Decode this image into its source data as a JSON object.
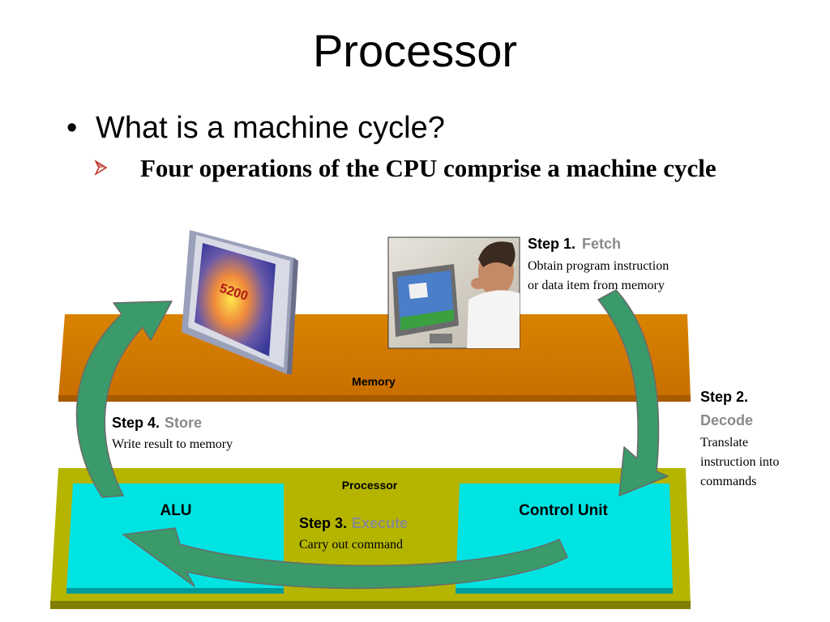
{
  "title": "Processor",
  "bullet": {
    "marker": "•",
    "text": "What is a machine cycle?"
  },
  "sub_bullet": {
    "text": "Four operations of the CPU comprise a machine cycle"
  },
  "diagram": {
    "memory_label": "Memory",
    "processor_label": "Processor",
    "alu_label": "ALU",
    "control_unit_label": "Control Unit",
    "monitor_text": "5200",
    "steps": [
      {
        "number": "Step 1.",
        "name": "Fetch",
        "description": [
          "Obtain program instruction",
          "or data item from memory"
        ]
      },
      {
        "number": "Step 2.",
        "name": "Decode",
        "description": [
          "Translate",
          "instruction into",
          "commands"
        ]
      },
      {
        "number": "Step 3.",
        "name": "Execute",
        "description": [
          "Carry out command"
        ]
      },
      {
        "number": "Step 4.",
        "name": "Store",
        "description": [
          "Write result to memory"
        ]
      }
    ]
  },
  "colors": {
    "memory": "#d17a00",
    "processor": "#b8b800",
    "units": "#00e0e0",
    "arrow": "#3a9a6a",
    "step_name": "#8a8a8a"
  }
}
